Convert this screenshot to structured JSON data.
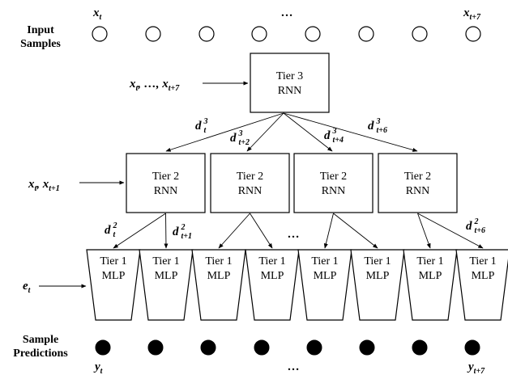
{
  "left_labels": {
    "input_samples_line1": "Input",
    "input_samples_line2": "Samples",
    "sample_predictions_line1": "Sample",
    "sample_predictions_line2": "Predictions"
  },
  "input_row": {
    "first_var": "x",
    "first_sub": "t",
    "ellipsis": "…",
    "last_var": "x",
    "last_sub": "t+7",
    "circle_count": 8
  },
  "tier3": {
    "line1": "Tier 3",
    "line2": "RNN",
    "input_label_prefix": "x",
    "input_label_sub1": "t",
    "input_label_mid": ", …, ",
    "input_label_sub2": "t+7"
  },
  "tier3_outputs": [
    {
      "var": "d",
      "sup": "3",
      "sub": "t"
    },
    {
      "var": "d",
      "sup": "3",
      "sub": "t+2"
    },
    {
      "var": "d",
      "sup": "3",
      "sub": "t+4"
    },
    {
      "var": "d",
      "sup": "3",
      "sub": "t+6"
    }
  ],
  "tier2": {
    "line1": "Tier 2",
    "line2": "RNN",
    "count": 4,
    "input_label_a": "x",
    "input_sub_a": "t",
    "input_sep": ", ",
    "input_label_b": "x",
    "input_sub_b": "t+1"
  },
  "tier2_outputs": {
    "first": {
      "var": "d",
      "sup": "2",
      "sub": "t"
    },
    "second": {
      "var": "d",
      "sup": "2",
      "sub": "t+1"
    },
    "ellipsis": "…",
    "last": {
      "var": "d",
      "sup": "2",
      "sub": "t+6"
    }
  },
  "tier1": {
    "line1": "Tier 1",
    "line2": "MLP",
    "count": 8,
    "input_var": "e",
    "input_sub": "t"
  },
  "output_row": {
    "first_var": "y",
    "first_sub": "t",
    "ellipsis": "…",
    "last_var": "y",
    "last_sub": "t+7",
    "circle_count": 8
  }
}
